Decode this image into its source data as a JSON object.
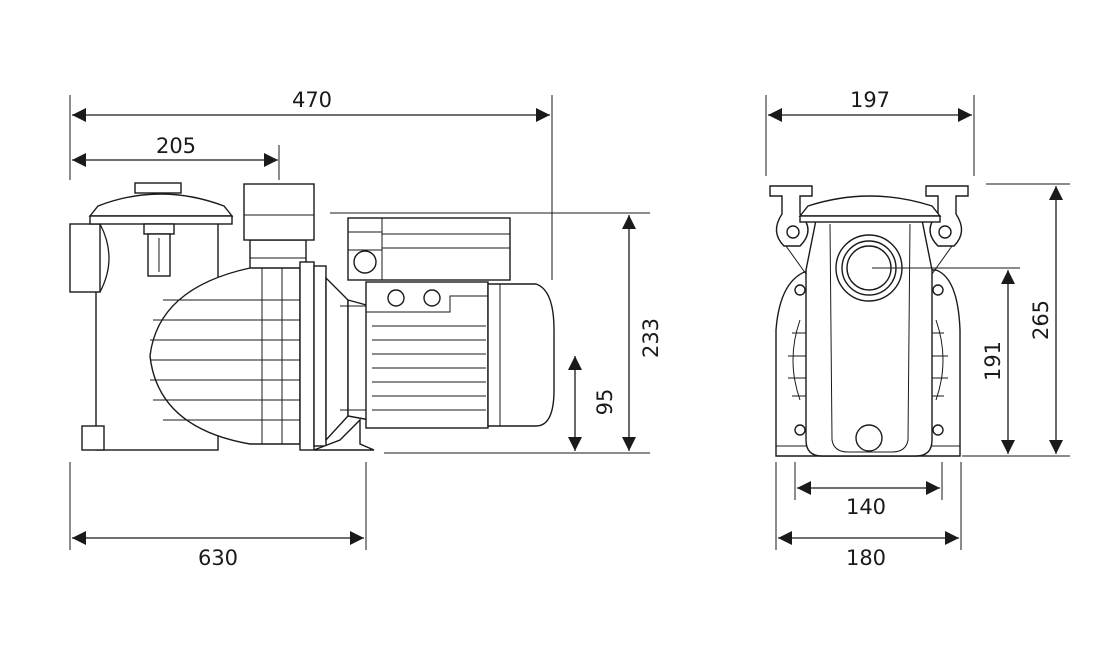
{
  "dimensions": {
    "overall_length": "470",
    "strainer_offset": "205",
    "base_length": "630",
    "overall_height": "233",
    "shaft_height": "95",
    "front_width": "197",
    "front_height": "265",
    "outlet_height": "191",
    "foot_spacing": "140",
    "base_width": "180"
  }
}
